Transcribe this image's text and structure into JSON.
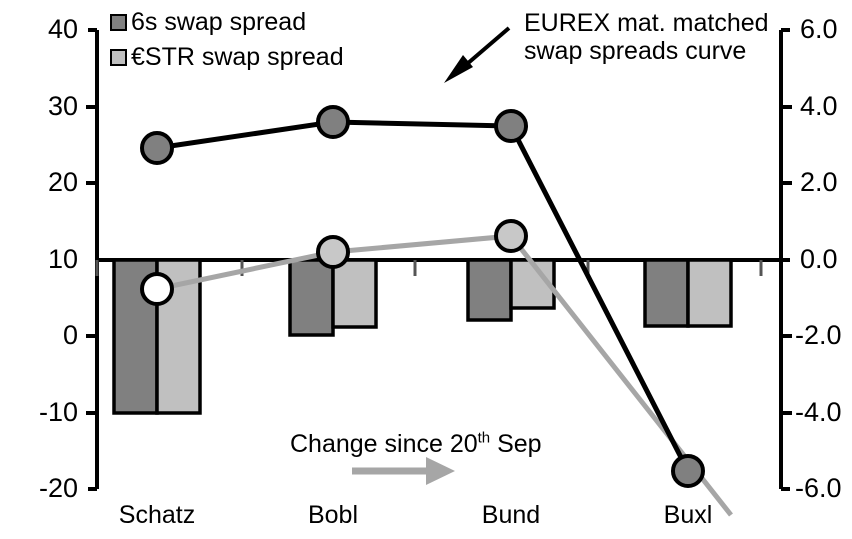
{
  "chart_data": {
    "type": "bar",
    "title": "",
    "xlabel": "",
    "ylabel": "",
    "categories": [
      "Schatz",
      "Bobl",
      "Bund",
      "Buxl"
    ],
    "grid": false,
    "legend_position": "top-left",
    "left_axis": {
      "label": "",
      "ylim": [
        -20,
        40
      ],
      "ticks": [
        40,
        30,
        20,
        10,
        0,
        -10,
        -20
      ],
      "tick_labels": [
        "40",
        "30",
        "20",
        "10",
        "0",
        "-10",
        "-20"
      ]
    },
    "right_axis": {
      "label": "",
      "ylim": [
        -6.0,
        6.0
      ],
      "ticks": [
        6.0,
        4.0,
        2.0,
        0.0,
        -2.0,
        -4.0,
        -6.0
      ],
      "tick_labels": [
        "6.0",
        "4.0",
        "2.0",
        "0.0",
        "-2.0",
        "-4.0",
        "-6.0"
      ]
    },
    "series": [
      {
        "name": "6s swap spread",
        "type": "bar",
        "axis": "right",
        "color": "#808080",
        "edge_color": "#000000",
        "values": [
          -4.0,
          -1.95,
          -1.55,
          -1.7
        ]
      },
      {
        "name": "€STR swap spread",
        "type": "bar",
        "axis": "right",
        "color": "#c0c0c0",
        "edge_color": "#000000",
        "values": [
          -4.0,
          -1.75,
          -1.25,
          -1.7
        ]
      },
      {
        "name": "EUREX mat. matched swap spreads curve",
        "type": "line",
        "axis": "left",
        "color": "#000000",
        "marker_fill": "#808080",
        "values": [
          24.5,
          28.0,
          27.3,
          -18.0
        ]
      },
      {
        "name": "Change since 20th Sep",
        "type": "line",
        "axis": "right",
        "color": "#a6a6a6",
        "marker_fill": "#c0c0c0",
        "values": [
          -0.5,
          0.05,
          0.35,
          -6.2
        ]
      }
    ],
    "annotations": [
      {
        "id": "eurex-callout",
        "lines": [
          "EUREX mat. matched",
          "swap spreads curve"
        ],
        "arrow": "down-left-arrow"
      },
      {
        "id": "change-since-callout",
        "text_before": "Change since 20",
        "superscript": "th",
        "text_after": " Sep",
        "arrow": "right-arrow"
      }
    ]
  },
  "legend": {
    "items": [
      {
        "label": "6s swap spread",
        "color": "#808080"
      },
      {
        "label": "€STR swap spread",
        "color": "#c0c0c0"
      }
    ]
  },
  "axis_left": {
    "t0": "40",
    "t1": "30",
    "t2": "20",
    "t3": "10",
    "t4": "0",
    "t5": "-10",
    "t6": "-20"
  },
  "axis_right": {
    "t0": "6.0",
    "t1": "4.0",
    "t2": "2.0",
    "t3": "0.0",
    "t4": "-2.0",
    "t5": "-4.0",
    "t6": "-6.0"
  },
  "categories": {
    "c0": "Schatz",
    "c1": "Bobl",
    "c2": "Bund",
    "c3": "Buxl"
  },
  "annotations": {
    "eurex_line1": "EUREX mat. matched",
    "eurex_line2": "swap spreads curve",
    "change_before": "Change since 20",
    "change_sup": "th",
    "change_after": " Sep"
  },
  "colors": {
    "bar_dark": "#808080",
    "bar_light": "#c0c0c0",
    "line_black": "#000000",
    "line_grey": "#a6a6a6",
    "axis": "#000000"
  }
}
